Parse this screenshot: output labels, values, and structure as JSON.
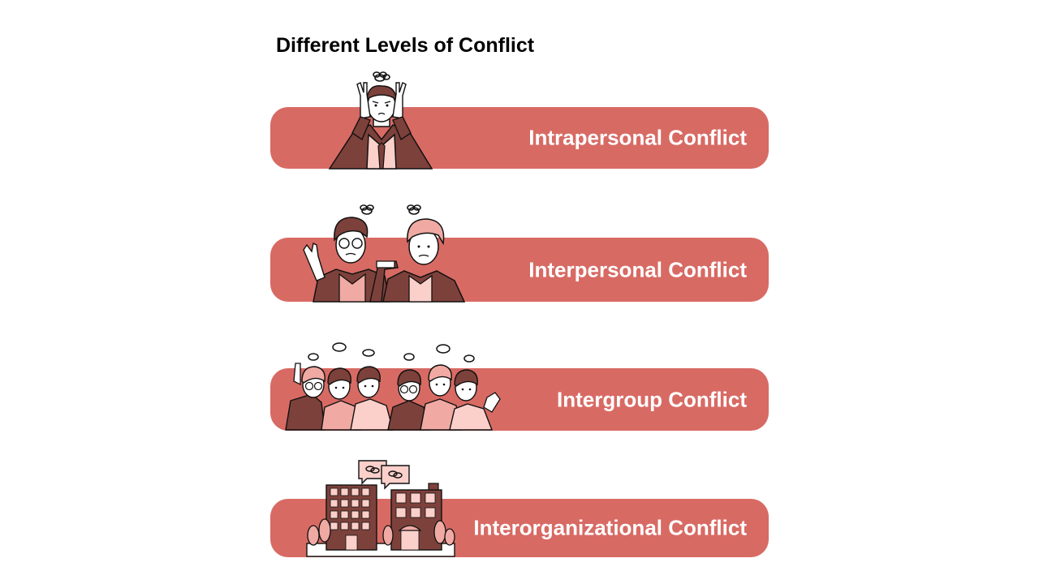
{
  "title": "Different Levels of Conflict",
  "colors": {
    "bar": "#d86a64",
    "dark": "#7d413b",
    "pink": "#f0aaa3",
    "light_pink": "#fbd0cb"
  },
  "levels": [
    {
      "label": "Intrapersonal Conflict",
      "icon": "stressed-person-illustration"
    },
    {
      "label": "Interpersonal Conflict",
      "icon": "two-people-arguing-illustration"
    },
    {
      "label": "Intergroup Conflict",
      "icon": "group-of-people-illustration"
    },
    {
      "label": "Interorganizational Conflict",
      "icon": "buildings-illustration"
    }
  ]
}
